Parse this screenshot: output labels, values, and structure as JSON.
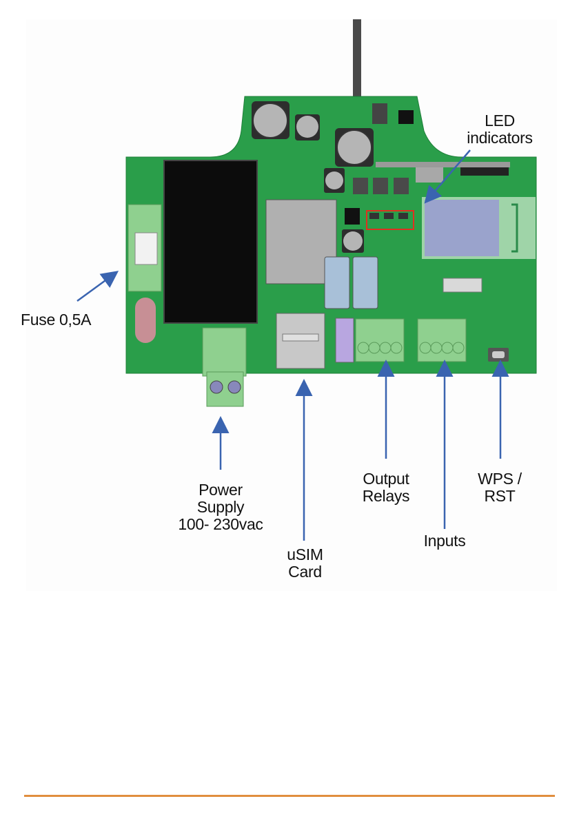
{
  "diagram": {
    "subject": "Controller PCB with GSM module",
    "labels": {
      "led": [
        "LED",
        "indicators"
      ],
      "fuse": [
        "Fuse 0,5A"
      ],
      "power": [
        "Power",
        "Supply",
        "100- 230vac"
      ],
      "usim": [
        "uSIM",
        "Card"
      ],
      "relays": [
        "Output",
        "Relays"
      ],
      "inputs": [
        "Inputs"
      ],
      "wps": [
        "WPS /",
        "RST"
      ]
    },
    "colors": {
      "board": "#2a9e4a",
      "arrow": "#3a64b0",
      "highlight": "#e03020",
      "footer_rule": "#e08e3e",
      "terminal": "#8fd08f",
      "module": "#9aa3cc"
    }
  }
}
